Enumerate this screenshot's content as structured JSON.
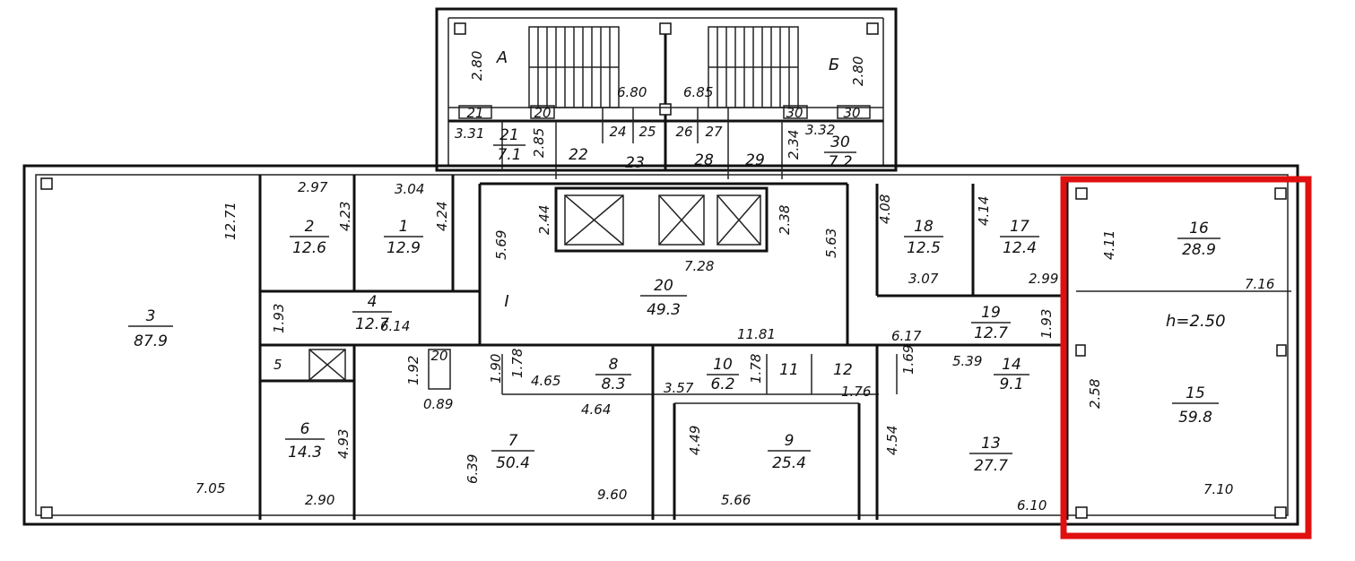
{
  "plan": {
    "rooms": [
      {
        "id": "r1",
        "number": "1",
        "area": "12.9"
      },
      {
        "id": "r2",
        "number": "2",
        "area": "12.6"
      },
      {
        "id": "r3",
        "number": "3",
        "area": "87.9"
      },
      {
        "id": "r4",
        "number": "4",
        "area": "12.7"
      },
      {
        "id": "r6",
        "number": "6",
        "area": "14.3"
      },
      {
        "id": "r7",
        "number": "7",
        "area": "50.4"
      },
      {
        "id": "r8",
        "number": "8",
        "area": "8.3"
      },
      {
        "id": "r9",
        "number": "9",
        "area": "25.4"
      },
      {
        "id": "r10",
        "number": "10",
        "area": "6.2"
      },
      {
        "id": "r13",
        "number": "13",
        "area": "27.7"
      },
      {
        "id": "r14",
        "number": "14",
        "area": "9.1"
      },
      {
        "id": "r15",
        "number": "15",
        "area": "59.8"
      },
      {
        "id": "r16",
        "number": "16",
        "area": "28.9"
      },
      {
        "id": "r17",
        "number": "17",
        "area": "12.4"
      },
      {
        "id": "r18",
        "number": "18",
        "area": "12.5"
      },
      {
        "id": "r19",
        "number": "19",
        "area": "12.7"
      },
      {
        "id": "r20",
        "number": "20",
        "area": "49.3"
      },
      {
        "id": "r21",
        "number": "21",
        "area": "7.1"
      },
      {
        "id": "r30",
        "number": "30",
        "area": "7.2"
      }
    ],
    "labels": {
      "r5": "5",
      "r11": "11",
      "r12": "12",
      "r22": "22",
      "r23": "23",
      "r24": "24",
      "r25": "25",
      "r26": "26",
      "r27": "27",
      "r28": "28",
      "r29": "29",
      "stair_a": "А",
      "stair_b": "Б",
      "section": "I",
      "height": "h=2.50",
      "small_21": "21",
      "small_20a": "20",
      "small_20b": "20",
      "small_30a": "30",
      "small_30b": "30"
    },
    "dims": {
      "d_2_80a": "2.80",
      "d_2_80b": "2.80",
      "d_6_80": "6.80",
      "d_6_85": "6.85",
      "d_3_31": "3.31",
      "d_2_85": "2.85",
      "d_2_34": "2.34",
      "d_3_32": "3.32",
      "d_2_97": "2.97",
      "d_3_04": "3.04",
      "d_4_23": "4.23",
      "d_4_24": "4.24",
      "d_12_71": "12.71",
      "d_2_44": "2.44",
      "d_5_69": "5.69",
      "d_2_38": "2.38",
      "d_5_63": "5.63",
      "d_7_28": "7.28",
      "d_4_08": "4.08",
      "d_4_14": "4.14",
      "d_4_11": "4.11",
      "d_3_07": "3.07",
      "d_2_99": "2.99",
      "d_7_16": "7.16",
      "d_1_93a": "1.93",
      "d_6_14": "6.14",
      "d_11_81": "11.81",
      "d_6_17": "6.17",
      "d_1_93b": "1.93",
      "d_1_92": "1.92",
      "d_0_89": "0.89",
      "d_1_90": "1.90",
      "d_1_78a": "1.78",
      "d_4_65": "4.65",
      "d_3_57": "3.57",
      "d_1_78b": "1.78",
      "d_1_76": "1.76",
      "d_1_69": "1.69",
      "d_5_39": "5.39",
      "d_2_58": "2.58",
      "d_4_64": "4.64",
      "d_4_49": "4.49",
      "d_4_54": "4.54",
      "d_4_93": "4.93",
      "d_6_39": "6.39",
      "d_7_05": "7.05",
      "d_2_90": "2.90",
      "d_9_60": "9.60",
      "d_5_66": "5.66",
      "d_6_10": "6.10",
      "d_7_10": "7.10"
    },
    "highlight_color": "#e01010"
  }
}
